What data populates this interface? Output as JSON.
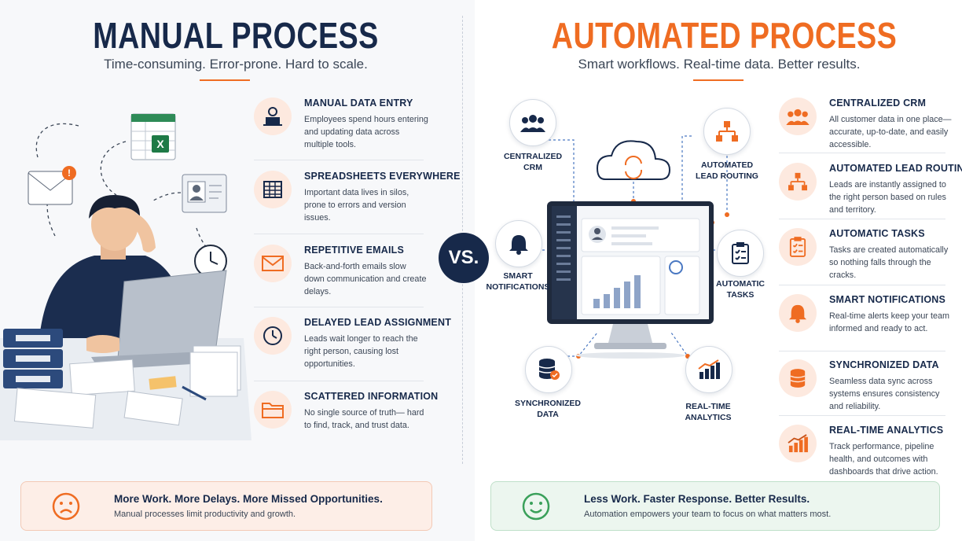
{
  "manual": {
    "title": "MANUAL PROCESS",
    "subtitle": "Time-consuming. Error-prone. Hard to scale.",
    "items": [
      {
        "title": "MANUAL DATA ENTRY",
        "desc": "Employees spend hours entering and updating data across multiple tools.",
        "icon": "laptop-user-icon"
      },
      {
        "title": "SPREADSHEETS EVERYWHERE",
        "desc": "Important data lives in silos, prone to errors and version issues.",
        "icon": "spreadsheet-icon"
      },
      {
        "title": "REPETITIVE EMAILS",
        "desc": "Back-and-forth emails slow down communication and create delays.",
        "icon": "envelope-icon"
      },
      {
        "title": "DELAYED LEAD ASSIGNMENT",
        "desc": "Leads wait longer to reach the right person, causing lost opportunities.",
        "icon": "clock-icon"
      },
      {
        "title": "SCATTERED INFORMATION",
        "desc": "No single source of truth— hard to find, track, and trust data.",
        "icon": "folder-icon"
      }
    ],
    "footer": {
      "headline": "More Work. More Delays. More Missed Opportunities.",
      "text": "Manual processes limit productivity and growth."
    }
  },
  "vs": "VS.",
  "automated": {
    "title": "AUTOMATED PROCESS",
    "subtitle": "Smart workflows. Real-time data. Better results.",
    "diagram": {
      "crm": "CENTRALIZED\nCRM",
      "routing": "AUTOMATED\nLEAD ROUTING",
      "notifications": "SMART\nNOTIFICATIONS",
      "tasks": "AUTOMATIC\nTASKS",
      "sync": "SYNCHRONIZED\nDATA",
      "analytics": "REAL-TIME\nANALYTICS"
    },
    "items": [
      {
        "title": "CENTRALIZED CRM",
        "desc": "All customer data in one place—accurate, up-to-date, and easily accessible.",
        "icon": "team-icon"
      },
      {
        "title": "AUTOMATED LEAD ROUTING",
        "desc": "Leads are instantly assigned to the right person based on rules and territory.",
        "icon": "routing-icon"
      },
      {
        "title": "AUTOMATIC TASKS",
        "desc": "Tasks are created automatically so nothing falls through the cracks.",
        "icon": "clipboard-icon"
      },
      {
        "title": "SMART NOTIFICATIONS",
        "desc": "Real-time alerts keep your team informed and ready to act.",
        "icon": "bell-icon"
      },
      {
        "title": "SYNCHRONIZED DATA",
        "desc": "Seamless data sync across systems ensures consistency and reliability.",
        "icon": "database-icon"
      },
      {
        "title": "REAL-TIME ANALYTICS",
        "desc": "Track performance, pipeline health, and outcomes with dashboards that drive action.",
        "icon": "analytics-icon"
      }
    ],
    "footer": {
      "headline": "Less Work. Faster Response. Better Results.",
      "text": "Automation empowers your team to focus on what matters most."
    }
  },
  "colors": {
    "navy": "#17294a",
    "orange": "#ef6c22",
    "green": "#3aa05a",
    "red_bg": "#fdeee7",
    "green_bg": "#ecf6ef"
  }
}
